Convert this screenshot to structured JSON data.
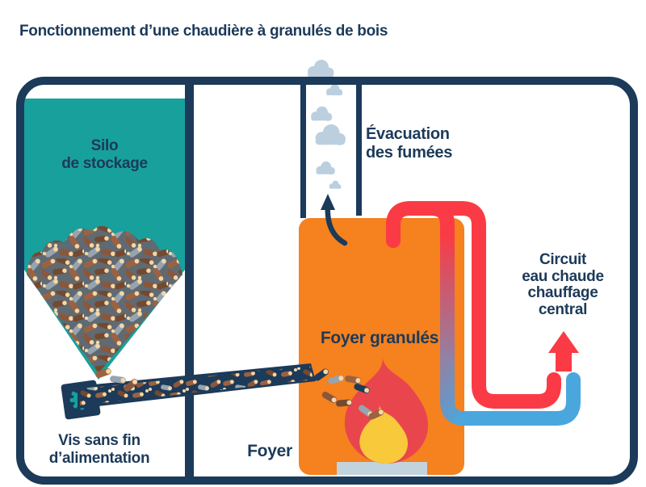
{
  "title": "Fonctionnement d’une chaudière à granulés de bois",
  "diagram": {
    "silo_label": "Silo\nde stockage",
    "auger_label": "Vis sans fin\nd’alimentation",
    "flue_label": "Évacuation\ndes fumées",
    "burner_label": "Foyer granulés",
    "boiler_label": "Foyer",
    "circuit_label": "Circuit\neau chaude\nchauffage\ncentral"
  },
  "icons": {
    "gear": "gear-icon",
    "smoke": "cloud-icon",
    "flame": "flame-icon",
    "flue_arrow": "arrow-up-icon",
    "circuit_arrow": "arrow-up-icon"
  },
  "colors": {
    "navy": "#1c3a59",
    "teal": "#18a09c",
    "orange": "#f5811f",
    "pipe_red": "#fa3b45",
    "flame_red": "#e8464c",
    "flame_yellow": "#f9c93c",
    "pipe_blue": "#4aa7de",
    "pipe_purple": "#8d84a8",
    "smoke": "#bccfdf",
    "grate": "#c2d3de",
    "pellet_bg": "#5f6a72",
    "pellet_brown": "#9c6240",
    "pellet_dark": "#74492f",
    "pellet_redbrown": "#8a573c",
    "pellet_slate": "#97a3af",
    "pellet_light": "#f4d7a6",
    "bg": "#ffffff"
  }
}
